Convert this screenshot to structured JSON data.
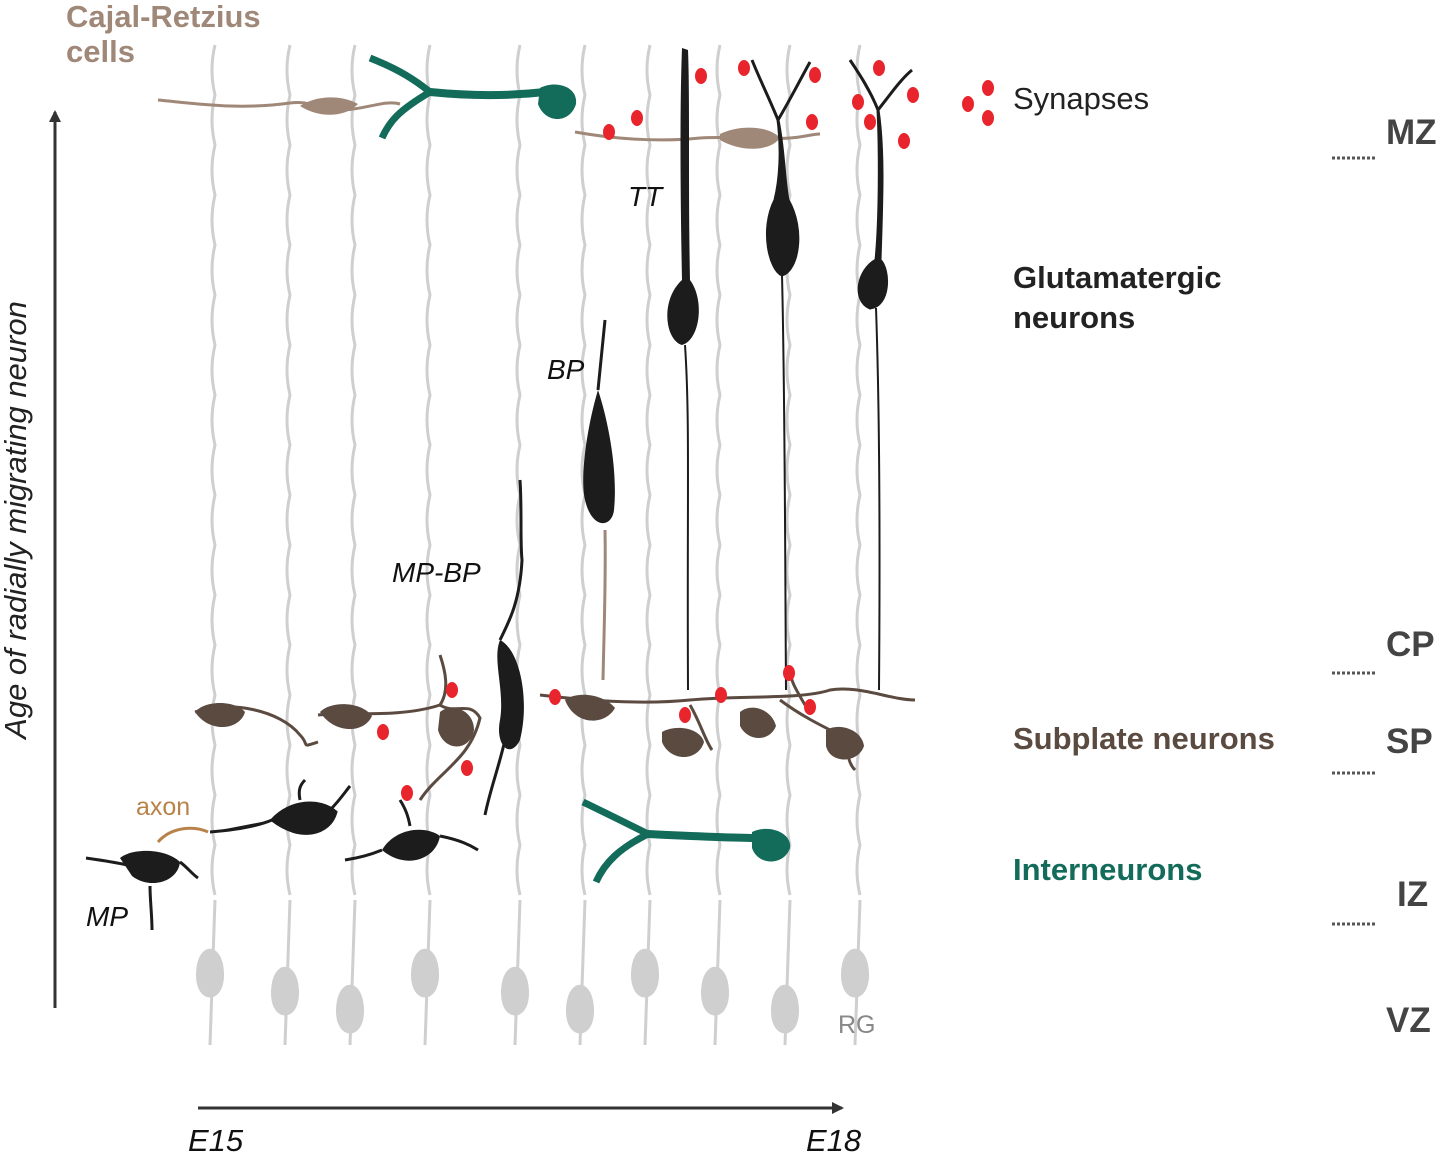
{
  "labels": {
    "cajal_retzius_line1": "Cajal-Retzius",
    "cajal_retzius_line2": "cells",
    "synapses": "Synapses",
    "glutamatergic_line1": "Glutamatergic",
    "glutamatergic_line2": "neurons",
    "subplate": "Subplate neurons",
    "interneurons": "Interneurons",
    "tt": "TT",
    "bp": "BP",
    "mp_bp": "MP-BP",
    "mp": "MP",
    "axon": "axon",
    "rg": "RG"
  },
  "zones": [
    "MZ",
    "CP",
    "SP",
    "IZ",
    "VZ"
  ],
  "axes": {
    "y_label": "Age of radially migrating neuron",
    "x_start": "E15",
    "x_end": "E18"
  },
  "colors": {
    "cajal_retzius": "#a08878",
    "subplate": "#5b4a40",
    "interneuron": "#136b5a",
    "synapse": "#e8242c",
    "radial_glia": "#cfcfcf",
    "neuron": "#1c1c1c",
    "axon": "#b8834a",
    "text": "#222222"
  }
}
